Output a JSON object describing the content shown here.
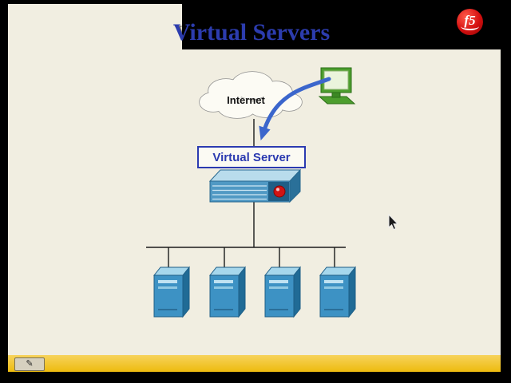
{
  "title": "Virtual Servers",
  "logo": {
    "text": "f5"
  },
  "diagram": {
    "internet_label": "Internet",
    "virtual_server_label": "Virtual Server",
    "server_count": 4
  },
  "toolbar": {
    "pen_icon": "✎"
  },
  "colors": {
    "slide_bg": "#f1eee1",
    "title_blue": "#2c3cae",
    "box_blue": "#2b3ab0",
    "arrow_blue": "#3b66cc",
    "server_blue": "#3d92c4",
    "appliance_blue": "#5099c4",
    "computer_green": "#4d9e2e",
    "logo_red": "#d40f0f",
    "bottom_bar_gold": "#eebc13"
  }
}
